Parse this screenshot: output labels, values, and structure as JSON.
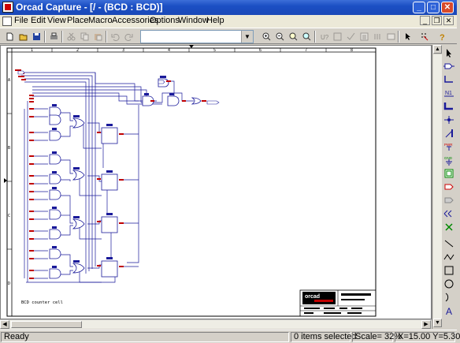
{
  "window": {
    "title": "Orcad Capture - [/ - (BCD : BCD)]",
    "minimize": "_",
    "maximize": "□",
    "close": "✕"
  },
  "menu": [
    {
      "label": "File"
    },
    {
      "label": "Edit"
    },
    {
      "label": "View"
    },
    {
      "label": "Place"
    },
    {
      "label": "Macro"
    },
    {
      "label": "Accessories"
    },
    {
      "label": "Options"
    },
    {
      "label": "Window"
    },
    {
      "label": "Help"
    }
  ],
  "toolbar": {
    "combo_value": "",
    "buttons": [
      "new-icon",
      "open-icon",
      "save-icon",
      "print-icon",
      "cut-icon",
      "copy-icon",
      "paste-icon",
      "undo-icon",
      "redo-icon",
      "zoom-in-icon",
      "zoom-out-icon",
      "zoom-area-icon",
      "zoom-all-icon",
      "annotate-icon",
      "drc-icon",
      "crossref-icon",
      "bom-icon",
      "netlist-icon",
      "project-icon",
      "snap-icon",
      "help-icon"
    ]
  },
  "schematic": {
    "label": "BCD counter cell",
    "col_labels": [
      "1",
      "2",
      "3",
      "4",
      "5",
      "6",
      "7",
      "8"
    ],
    "row_labels": [
      "A",
      "B",
      "C",
      "D"
    ],
    "logo": "orcad",
    "colors": {
      "wire": "#1a1a9a",
      "pin": "#c00000",
      "frame": "#000000",
      "logo_bg": "#000000",
      "logo_red": "#c00000"
    }
  },
  "palette": [
    "select-icon",
    "part-icon",
    "wire-icon",
    "net-alias-icon",
    "bus-icon",
    "junction-icon",
    "bus-entry-icon",
    "power-icon",
    "ground-icon",
    "hier-block-icon",
    "hier-port-icon",
    "hier-pin-icon",
    "offpage-icon",
    "no-connect-icon",
    "line-icon",
    "polyline-icon",
    "rectangle-icon",
    "ellipse-icon",
    "arc-icon",
    "text-icon"
  ],
  "status": {
    "ready": "Ready",
    "selected": "0 items selected",
    "scale": "Scale= 32%",
    "coords": "X=15.00  Y=5.30"
  }
}
